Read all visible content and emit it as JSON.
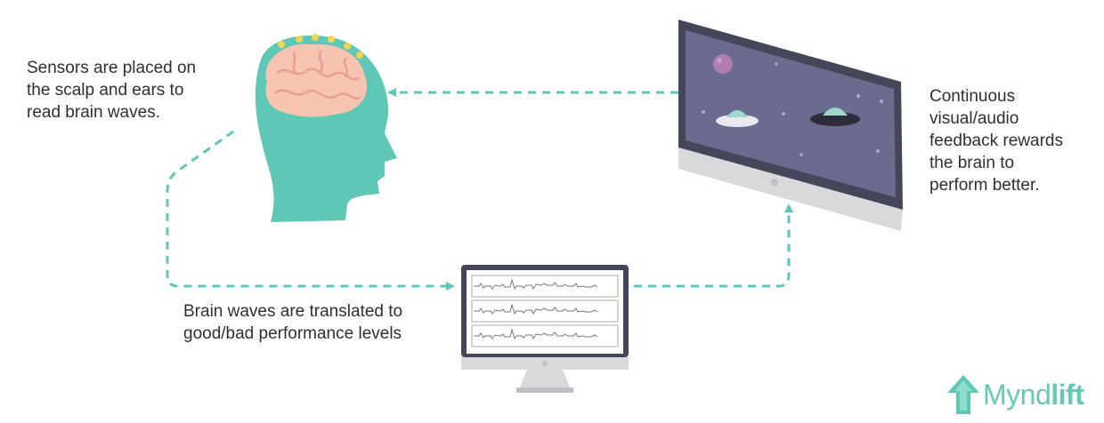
{
  "captions": {
    "sensors": "Sensors are placed on\nthe scalp and ears to\nread brain waves.",
    "feedback": "Continuous\nvisual/audio\nfeedback rewards\nthe brain to\nperform better.",
    "translate": "Brain waves are translated to\ngood/bad performance levels"
  },
  "brand": {
    "name_regular": "Mynd",
    "name_bold": "lift"
  },
  "colors": {
    "teal": "#5fc7b6",
    "brain": "#f6c4b0",
    "brain_line": "#e7a08f",
    "sensor": "#f2d454",
    "screen": "#6b6b8f",
    "monitor_frame": "#44475a",
    "monitor_base": "#d9d9dc",
    "text": "#2f2f2f"
  },
  "icons": {
    "head": "head-with-brain-icon",
    "game_monitor": "game-monitor-icon",
    "eeg_monitor": "eeg-monitor-icon",
    "logo": "upload-arrow-logo-icon"
  }
}
